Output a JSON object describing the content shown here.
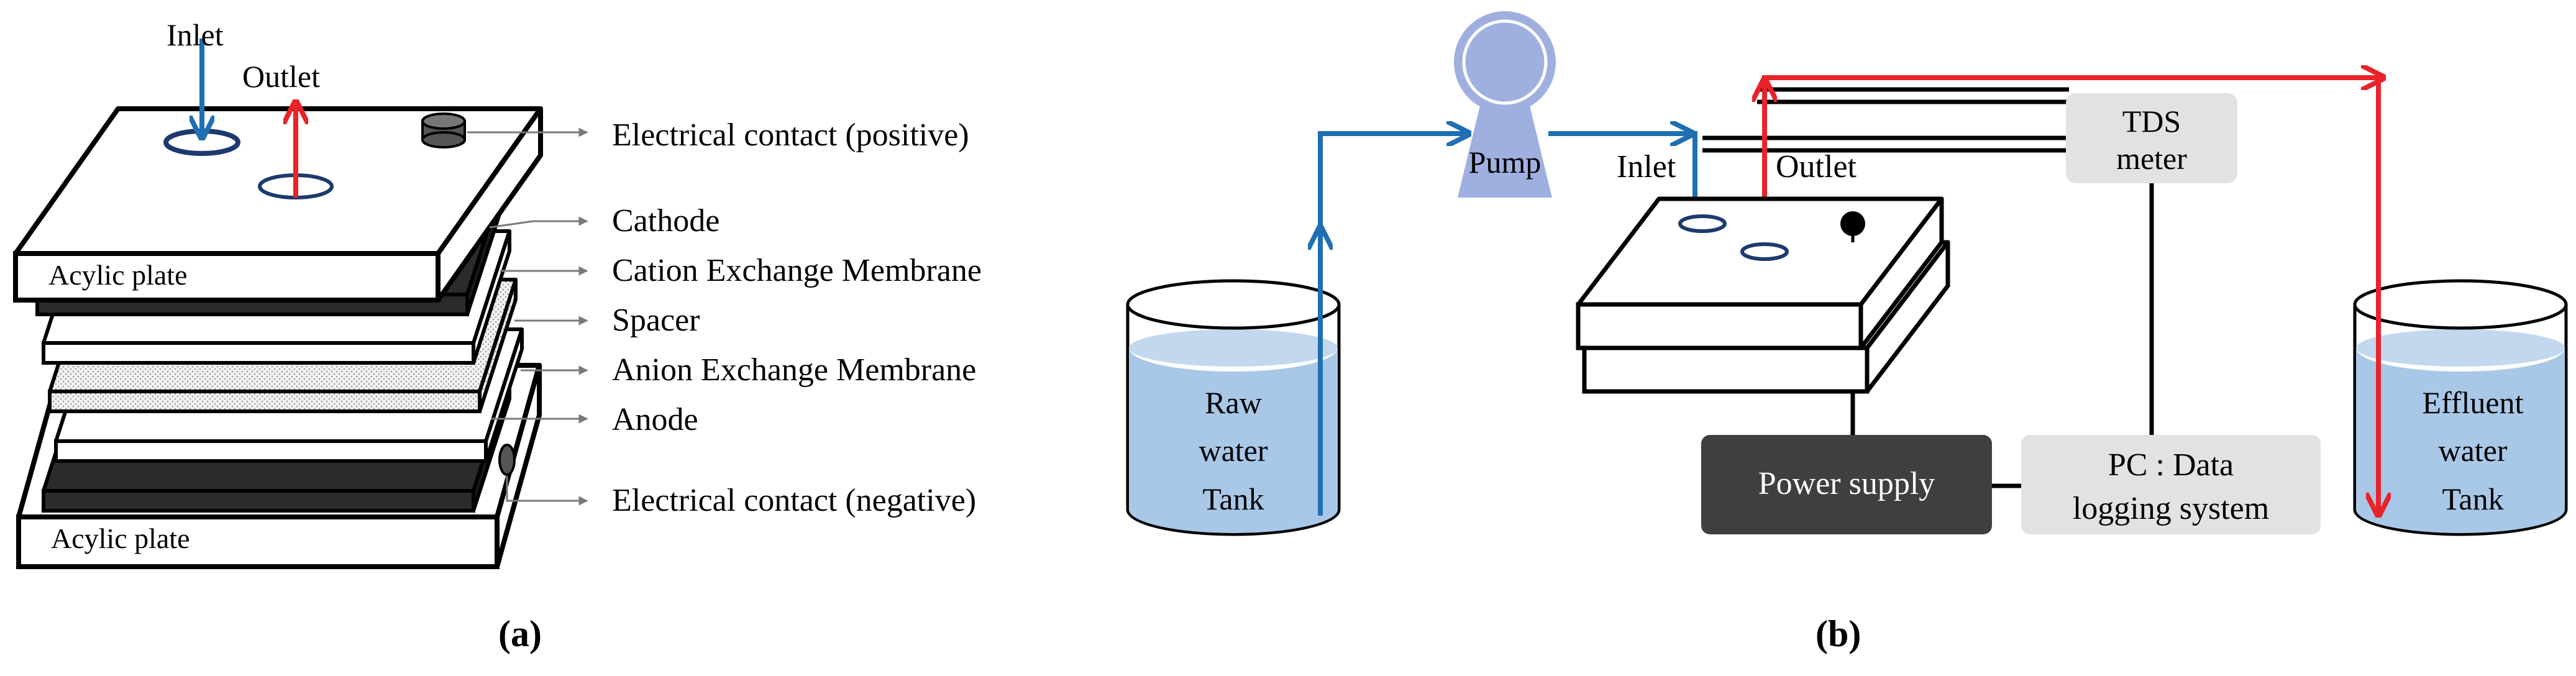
{
  "panel_a": {
    "inlet": "Inlet",
    "outlet": "Outlet",
    "plate_top": "Acylic plate",
    "plate_bottom": "Acylic plate",
    "labels": {
      "contact_pos": "Electrical contact (positive)",
      "cathode": "Cathode",
      "cem": "Cation Exchange Membrane",
      "spacer": "Spacer",
      "aem": "Anion Exchange Membrane",
      "anode": "Anode",
      "contact_neg": "Electrical contact (negative)"
    },
    "caption": "(a)"
  },
  "panel_b": {
    "pump": "Pump",
    "inlet": "Inlet",
    "outlet": "Outlet",
    "tds": [
      "TDS",
      "meter"
    ],
    "power": "Power supply",
    "pc": [
      "PC : Data",
      "logging system"
    ],
    "raw_tank": [
      "Raw",
      "water",
      "Tank"
    ],
    "effluent_tank": [
      "Effluent",
      "water",
      "Tank"
    ],
    "caption": "(b)"
  },
  "colors": {
    "inlet_flow": "#1f6fb2",
    "outlet_flow": "#e8232a",
    "water": "#a9c8e8",
    "pump": "#9fb0e0",
    "gray_box": "#e2e2e2",
    "dark_box": "#3f3f3f",
    "electrode": "#2b2b2b"
  },
  "icons": {
    "arrowhead": "triangle-arrowhead",
    "port": "ring-port",
    "contact": "cylinder-contact"
  }
}
